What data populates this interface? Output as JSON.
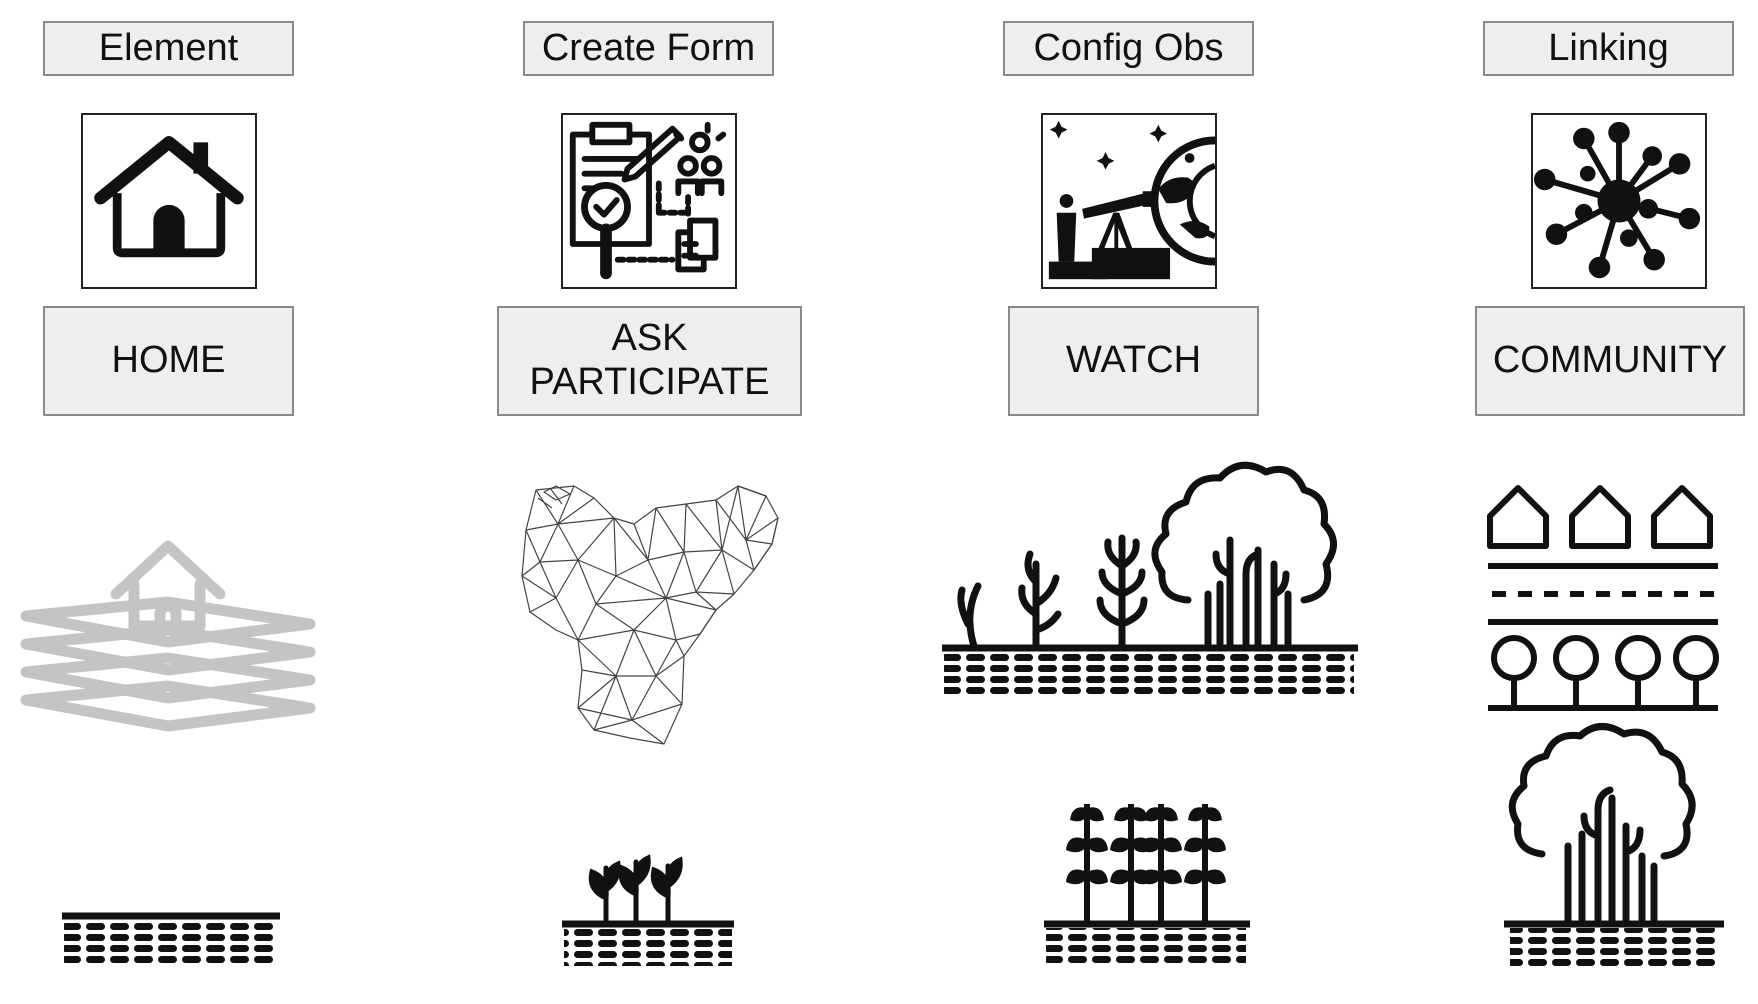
{
  "columns": [
    {
      "header": "Element",
      "icon": "house-icon",
      "label": "HOME"
    },
    {
      "header": "Create Form",
      "icon": "survey-form-icon",
      "label": "ASK\nPARTICIPATE"
    },
    {
      "header": "Config Obs",
      "icon": "telescope-observer-icon",
      "label": "WATCH"
    },
    {
      "header": "Linking",
      "icon": "network-hub-icon",
      "label": "COMMUNITY"
    }
  ],
  "illustrations": [
    "layered-land-house-icon",
    "triangulated-mesh-map-icon",
    "plants-trees-soil-icon",
    "houses-road-trees-icon",
    "bare-soil-icon",
    "seedling-soil-icon",
    "crop-rows-soil-icon",
    "tree-soil-icon"
  ],
  "colors": {
    "label_fill": "#eeeeee",
    "label_border": "#8a8a8a",
    "icon_stroke": "#111111",
    "faded_icon": "#c4c4c4"
  }
}
